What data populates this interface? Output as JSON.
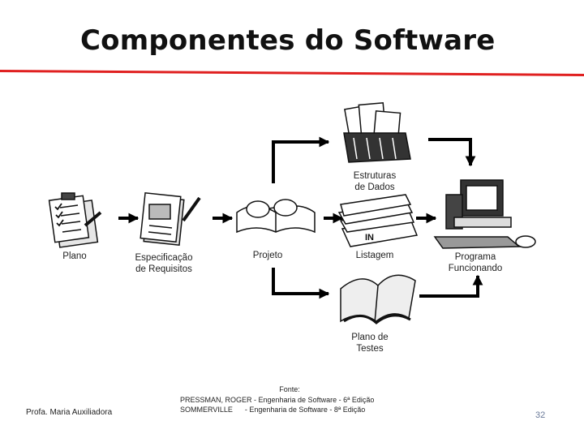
{
  "slide": {
    "title": "Componentes do Software",
    "accent_color": "#e02020"
  },
  "diagram": {
    "nodes": [
      {
        "id": "plano",
        "label": "Plano",
        "icon": "clipboard-checklist-icon"
      },
      {
        "id": "especificacao",
        "label": "Especificação\nde Requisitos",
        "icon": "document-pencil-icon"
      },
      {
        "id": "projeto",
        "label": "Projeto",
        "icon": "glasses-book-icon"
      },
      {
        "id": "estruturas",
        "label": "Estruturas\nde Dados",
        "icon": "file-folders-icon"
      },
      {
        "id": "listagem",
        "label": "Listagem",
        "icon": "paper-stack-icon"
      },
      {
        "id": "programa",
        "label": "Programa\nFuncionando",
        "icon": "desktop-computer-icon"
      },
      {
        "id": "plano_testes",
        "label": "Plano de\nTestes",
        "icon": "open-book-icon"
      }
    ]
  },
  "footer": {
    "author": "Profa. Maria Auxiliadora",
    "source_heading": "Fonte:",
    "source_line1": "PRESSMAN, ROGER - Engenharia de Software - 6ª Edição",
    "source_line2": "SOMMERVILLE      - Engenharia de Software - 8ª Edição",
    "page_number": "32"
  }
}
